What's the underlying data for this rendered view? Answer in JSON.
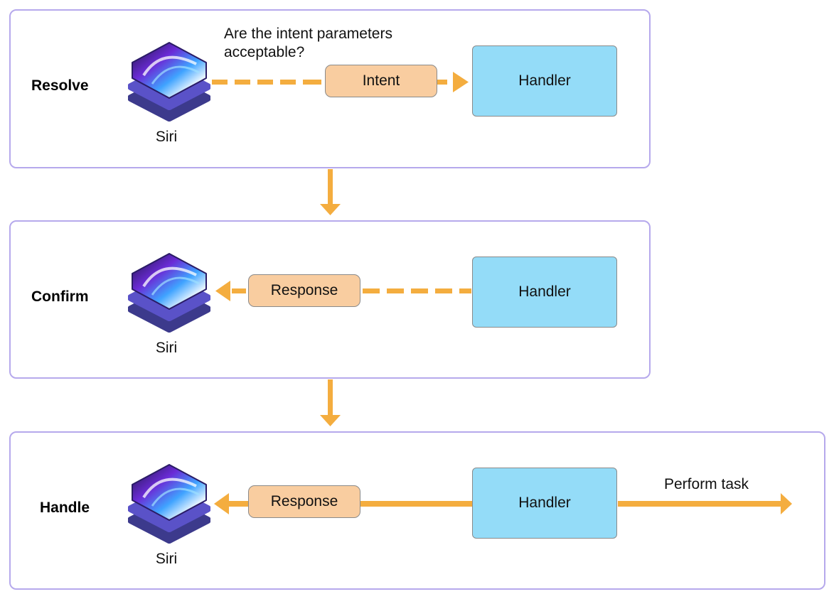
{
  "colors": {
    "panel_border": "#b6a9ec",
    "arrow": "#f4ad3f",
    "handler_fill": "#94dcf8",
    "message_fill": "#f9cda0"
  },
  "icons": {
    "siri": "siri-icon"
  },
  "stages": [
    {
      "label": "Resolve",
      "siri_label": "Siri",
      "question": "Are the intent parameters acceptable?",
      "message": "Intent",
      "handler": "Handler",
      "flow": "siri-to-handler",
      "line_style": "dashed"
    },
    {
      "label": "Confirm",
      "siri_label": "Siri",
      "message": "Response",
      "handler": "Handler",
      "flow": "handler-to-siri",
      "line_style": "dashed"
    },
    {
      "label": "Handle",
      "siri_label": "Siri",
      "message": "Response",
      "handler": "Handler",
      "flow": "handler-to-siri",
      "line_style": "solid",
      "outcome": "Perform task"
    }
  ]
}
